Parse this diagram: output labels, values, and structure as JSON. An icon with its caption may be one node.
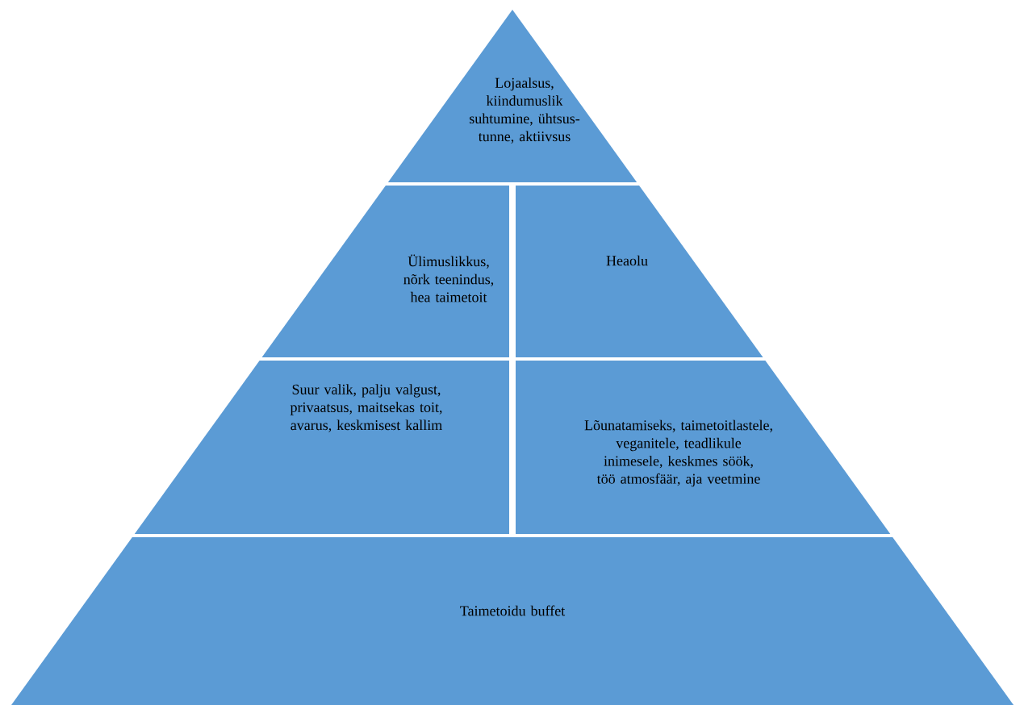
{
  "diagram": {
    "nodes": [
      {
        "text": [
          "Lojaalsus, kiindumuslik suhtumine, ühtsus-tunne, aktiivsus"
        ]
      },
      {
        "text": [
          "Ülimuslikkus, nõrk teenindus, hea taimetoit"
        ]
      },
      {
        "text": [
          "Heaolu"
        ]
      },
      {
        "text": [
          "Suur valik, palju valgust, privaatsus, maitsekas toit, avarus, keskmisest kallim"
        ]
      },
      {
        "text": [
          "Lõunatamiseks, taimetoitlastele, veganitele, teadlikule inimesele, keskmes söök, töö atmosfäär, aja veetmine"
        ]
      },
      {
        "text": [
          "Taimetoidu buffet"
        ]
      }
    ]
  }
}
